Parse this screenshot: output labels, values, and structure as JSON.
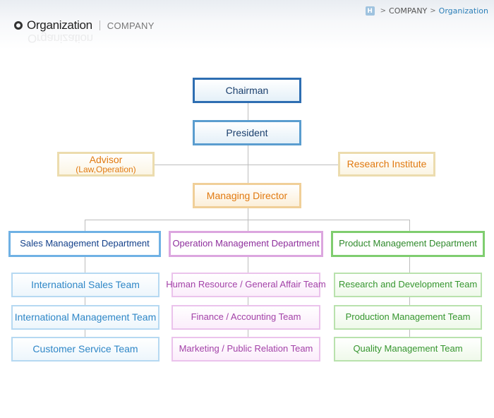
{
  "breadcrumb": {
    "home_icon": "H",
    "home_icon_name": "home-icon",
    "items": [
      "COMPANY",
      "Organization"
    ]
  },
  "header": {
    "title": "Organization",
    "subtitle": "COMPANY"
  },
  "org": {
    "chairman": "Chairman",
    "president": "President",
    "advisor": {
      "title": "Advisor",
      "detail": "(Law,Operation)"
    },
    "research_institute": "Research Institute",
    "managing_director": "Managing Director",
    "departments": [
      {
        "name": "Sales Management Department",
        "teams": [
          "International Sales Team",
          "International Management Team",
          "Customer Service Team"
        ]
      },
      {
        "name": "Operation Management Department",
        "teams": [
          "Human Resource / General Affair Team",
          "Finance / Accounting Team",
          "Marketing / Public Relation Team"
        ]
      },
      {
        "name": "Product Management Department",
        "teams": [
          "Research and Development Team",
          "Production Management Team",
          "Quality Management Team"
        ]
      }
    ]
  },
  "colors": {
    "executive_border": "#2e6eb2",
    "advisory_text": "#e17a11",
    "sales_accent": "#6fb1e4",
    "operation_accent": "#dca6df",
    "product_accent": "#7fcd6f"
  }
}
